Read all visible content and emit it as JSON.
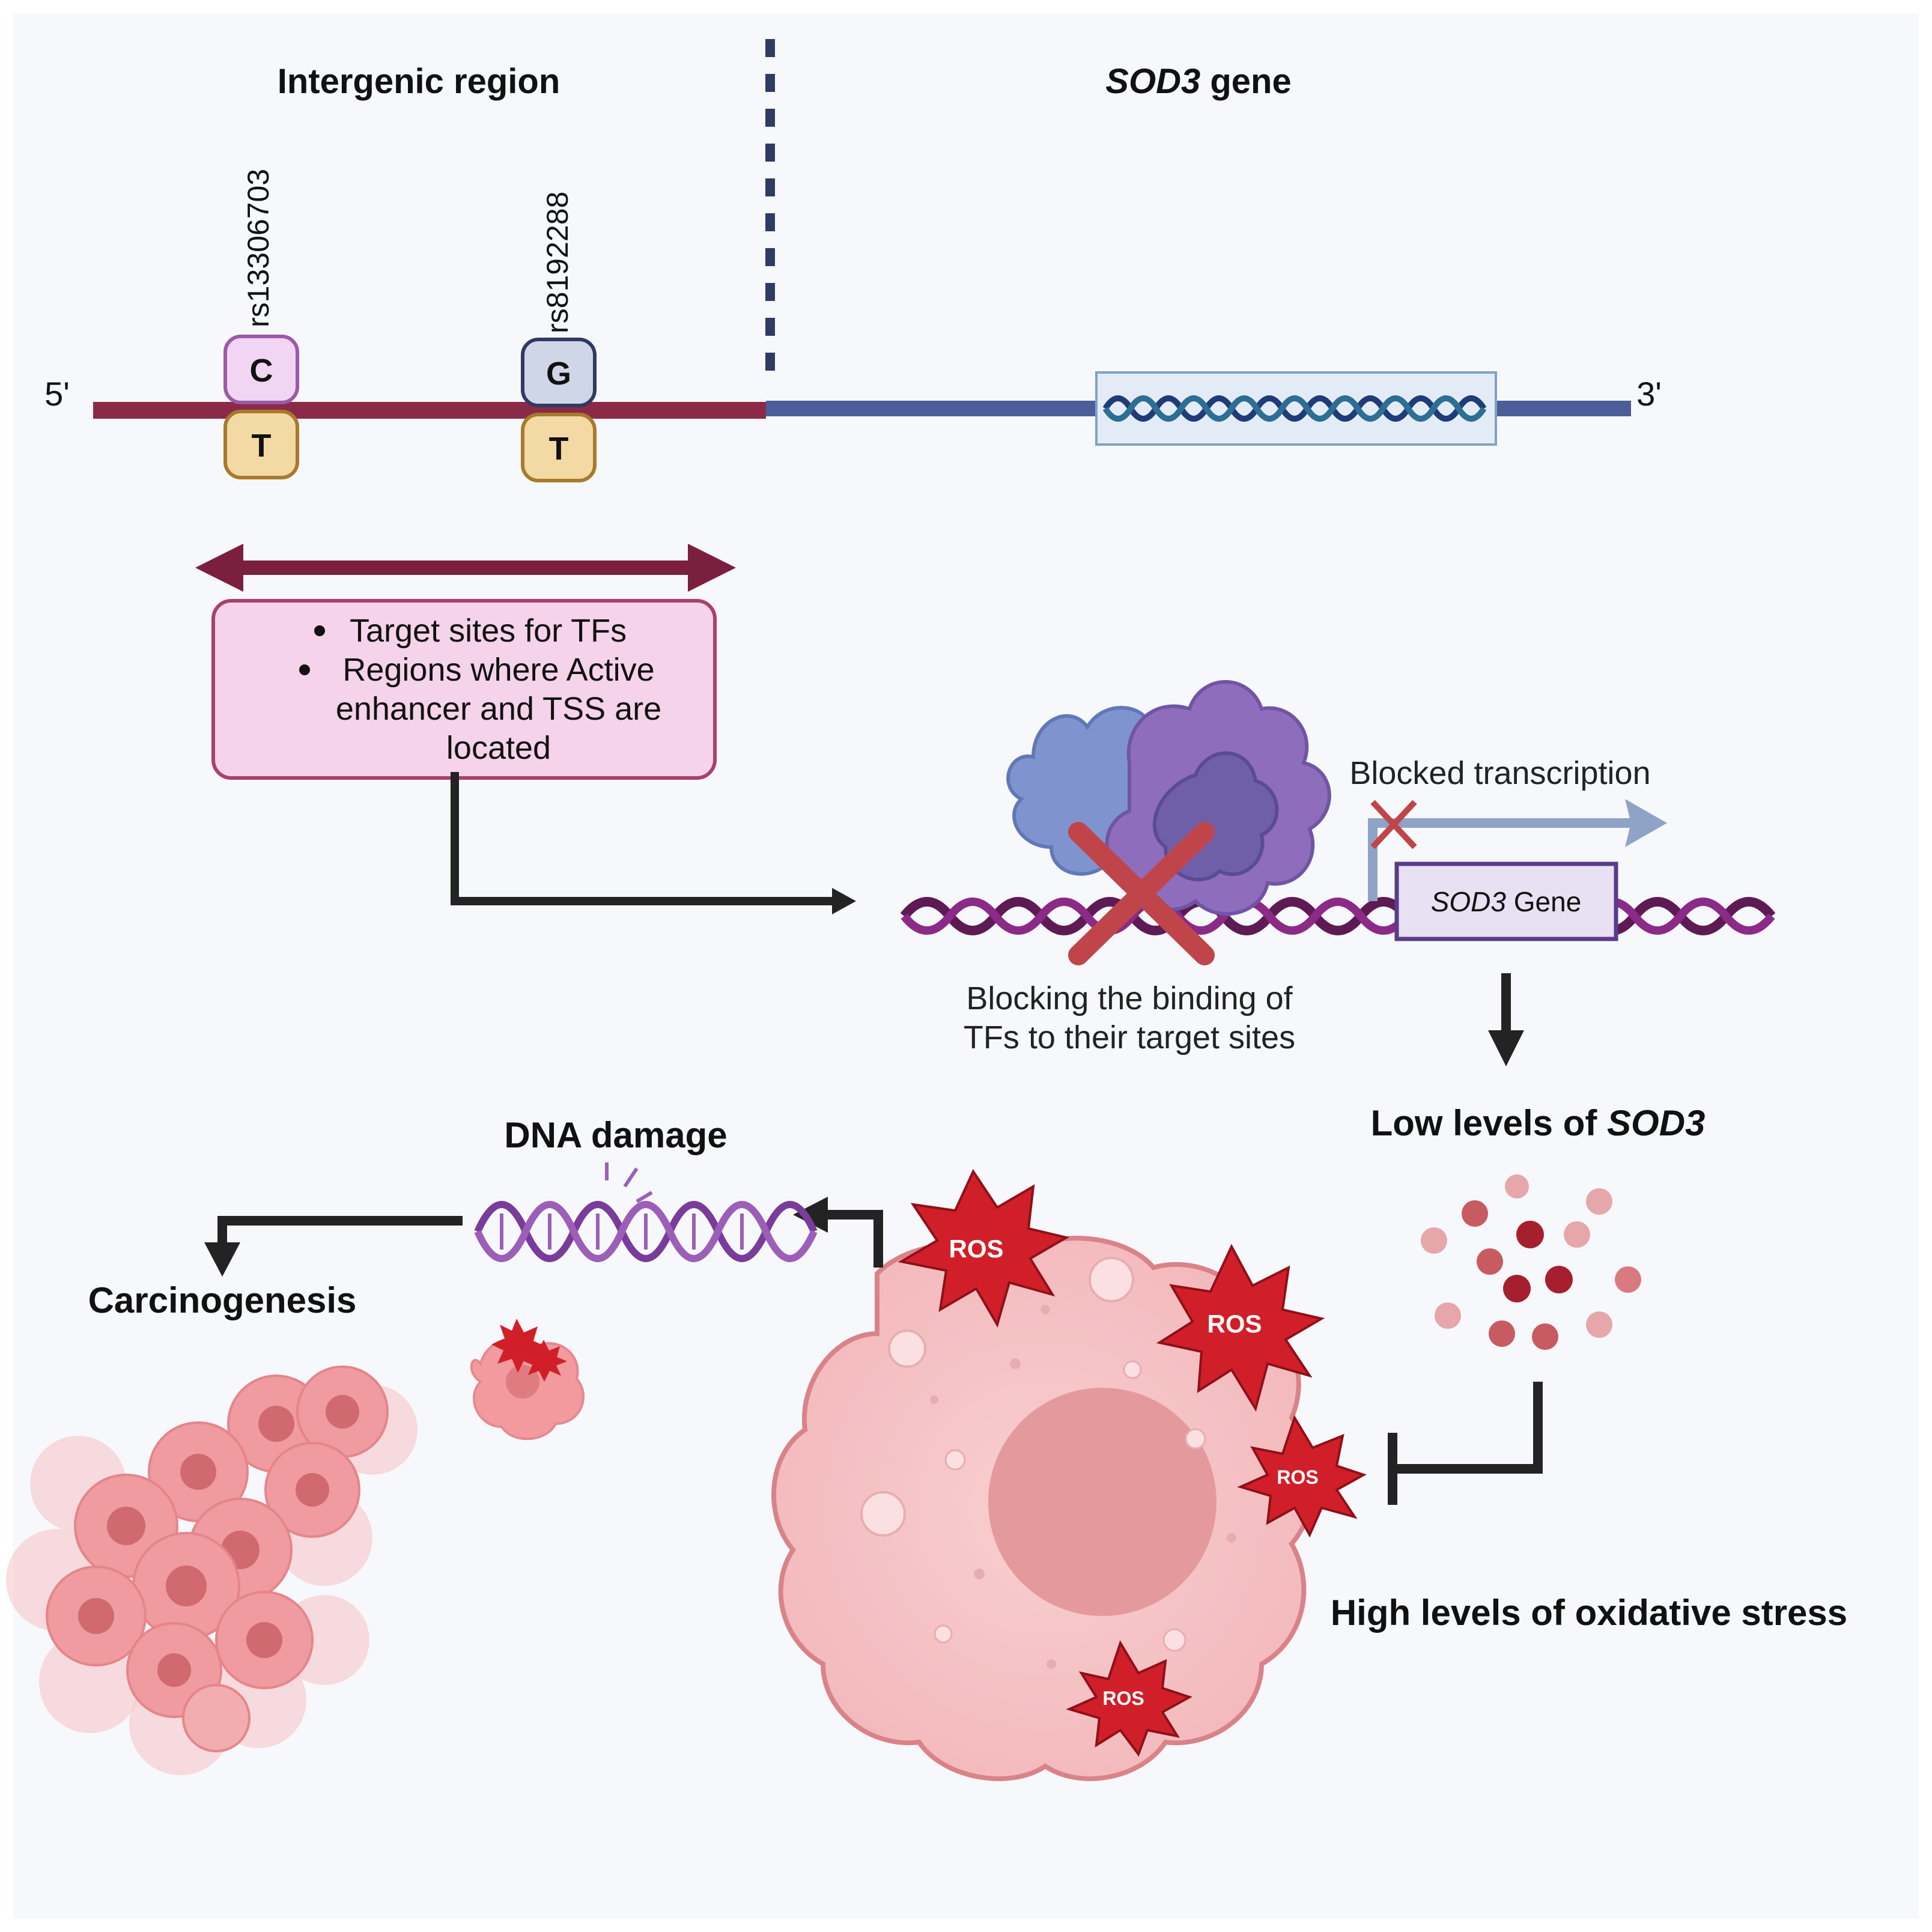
{
  "headers": {
    "intergenic": "Intergenic region",
    "gene_italic": "SOD3",
    "gene_suffix": " gene"
  },
  "strand": {
    "five_prime": "5'",
    "three_prime": "3'"
  },
  "snps": [
    {
      "id": "rs13306703",
      "top_allele": "C",
      "bottom_allele": "T"
    },
    {
      "id": "rs8192288",
      "top_allele": "G",
      "bottom_allele": "T"
    }
  ],
  "info_box": {
    "bullet1": "Target sites for TFs",
    "bullet2_line1": "Regions where Active",
    "bullet2_line2": "enhancer and TSS are",
    "bullet2_line3": "located"
  },
  "transcription": {
    "blocked_label": "Blocked transcription",
    "gene_box_italic": "SOD3",
    "gene_box_suffix": " Gene",
    "blocking_line1": "Blocking the binding of",
    "blocking_line2": "TFs to their target sites"
  },
  "outcomes": {
    "low_levels_prefix": "Low levels of ",
    "low_levels_italic": "SOD3",
    "oxidative_stress": "High levels of oxidative stress",
    "dna_damage": "DNA damage",
    "carcinogenesis": "Carcinogenesis",
    "ros_label": "ROS"
  },
  "colors": {
    "intergenic_strand": "#8b2a47",
    "gene_strand": "#4d5d99",
    "divider": "#2f3b63",
    "double_arrow": "#7a1f3e",
    "info_box_fill": "#f5d3ea",
    "info_box_border": "#a8416e",
    "arrow": "#232323",
    "cross": "#c0454a",
    "dna_strand_1": "#5e1a55",
    "dna_strand_2": "#8b2a87",
    "gene_box_fill": "#e8e0f3",
    "gene_box_border": "#5a3c8a",
    "blocked_arrow": "#8fa3c6",
    "ros_fill": "#d11f2a",
    "cell_fill": "#f5c2c4",
    "cell_border": "#d98388",
    "nucleus_fill": "#e49a9c",
    "tumor_fill": "#ef9b9f"
  }
}
